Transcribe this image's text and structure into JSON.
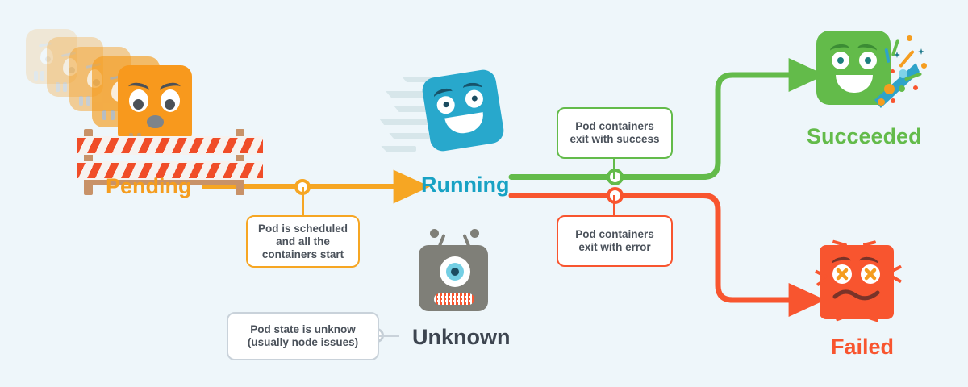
{
  "diagram": {
    "title": "Kubernetes Pod lifecycle phases",
    "background_color": "#eef6fa"
  },
  "states": [
    {
      "id": "pending",
      "label": "Pending",
      "color": "#f59d1f",
      "icon": "stacked-pod-cards-with-barricade-icon"
    },
    {
      "id": "running",
      "label": "Running",
      "color": "#18a2c4",
      "icon": "running-pod-icon"
    },
    {
      "id": "succeeded",
      "label": "Succeeded",
      "color": "#63bb4a",
      "icon": "happy-pod-with-confetti-icon"
    },
    {
      "id": "failed",
      "label": "Failed",
      "color": "#f8552f",
      "icon": "broken-pod-x-eyes-icon"
    },
    {
      "id": "unknown",
      "label": "Unknown",
      "color": "#3d4550",
      "icon": "gray-monster-one-eye-icon"
    }
  ],
  "callouts": [
    {
      "id": "scheduled",
      "border_color": "#f6a623",
      "lines": [
        "Pod is scheduled",
        "and all the",
        "containers start"
      ]
    },
    {
      "id": "exit-success",
      "border_color": "#63bb4a",
      "lines": [
        "Pod containers",
        "exit with success"
      ]
    },
    {
      "id": "exit-error",
      "border_color": "#f8552f",
      "lines": [
        "Pod containers",
        "exit with error"
      ]
    },
    {
      "id": "unknown-state",
      "border_color": "#c9d2da",
      "lines": [
        "Pod state is unknow",
        "(usually node issues)"
      ]
    }
  ],
  "transitions": [
    {
      "id": "pending-to-running",
      "from": "pending",
      "to": "running",
      "color": "#f6a623"
    },
    {
      "id": "running-to-succeeded",
      "from": "running",
      "to": "succeeded",
      "color": "#63bb4a"
    },
    {
      "id": "running-to-failed",
      "from": "running",
      "to": "failed",
      "color": "#f8552f"
    }
  ]
}
